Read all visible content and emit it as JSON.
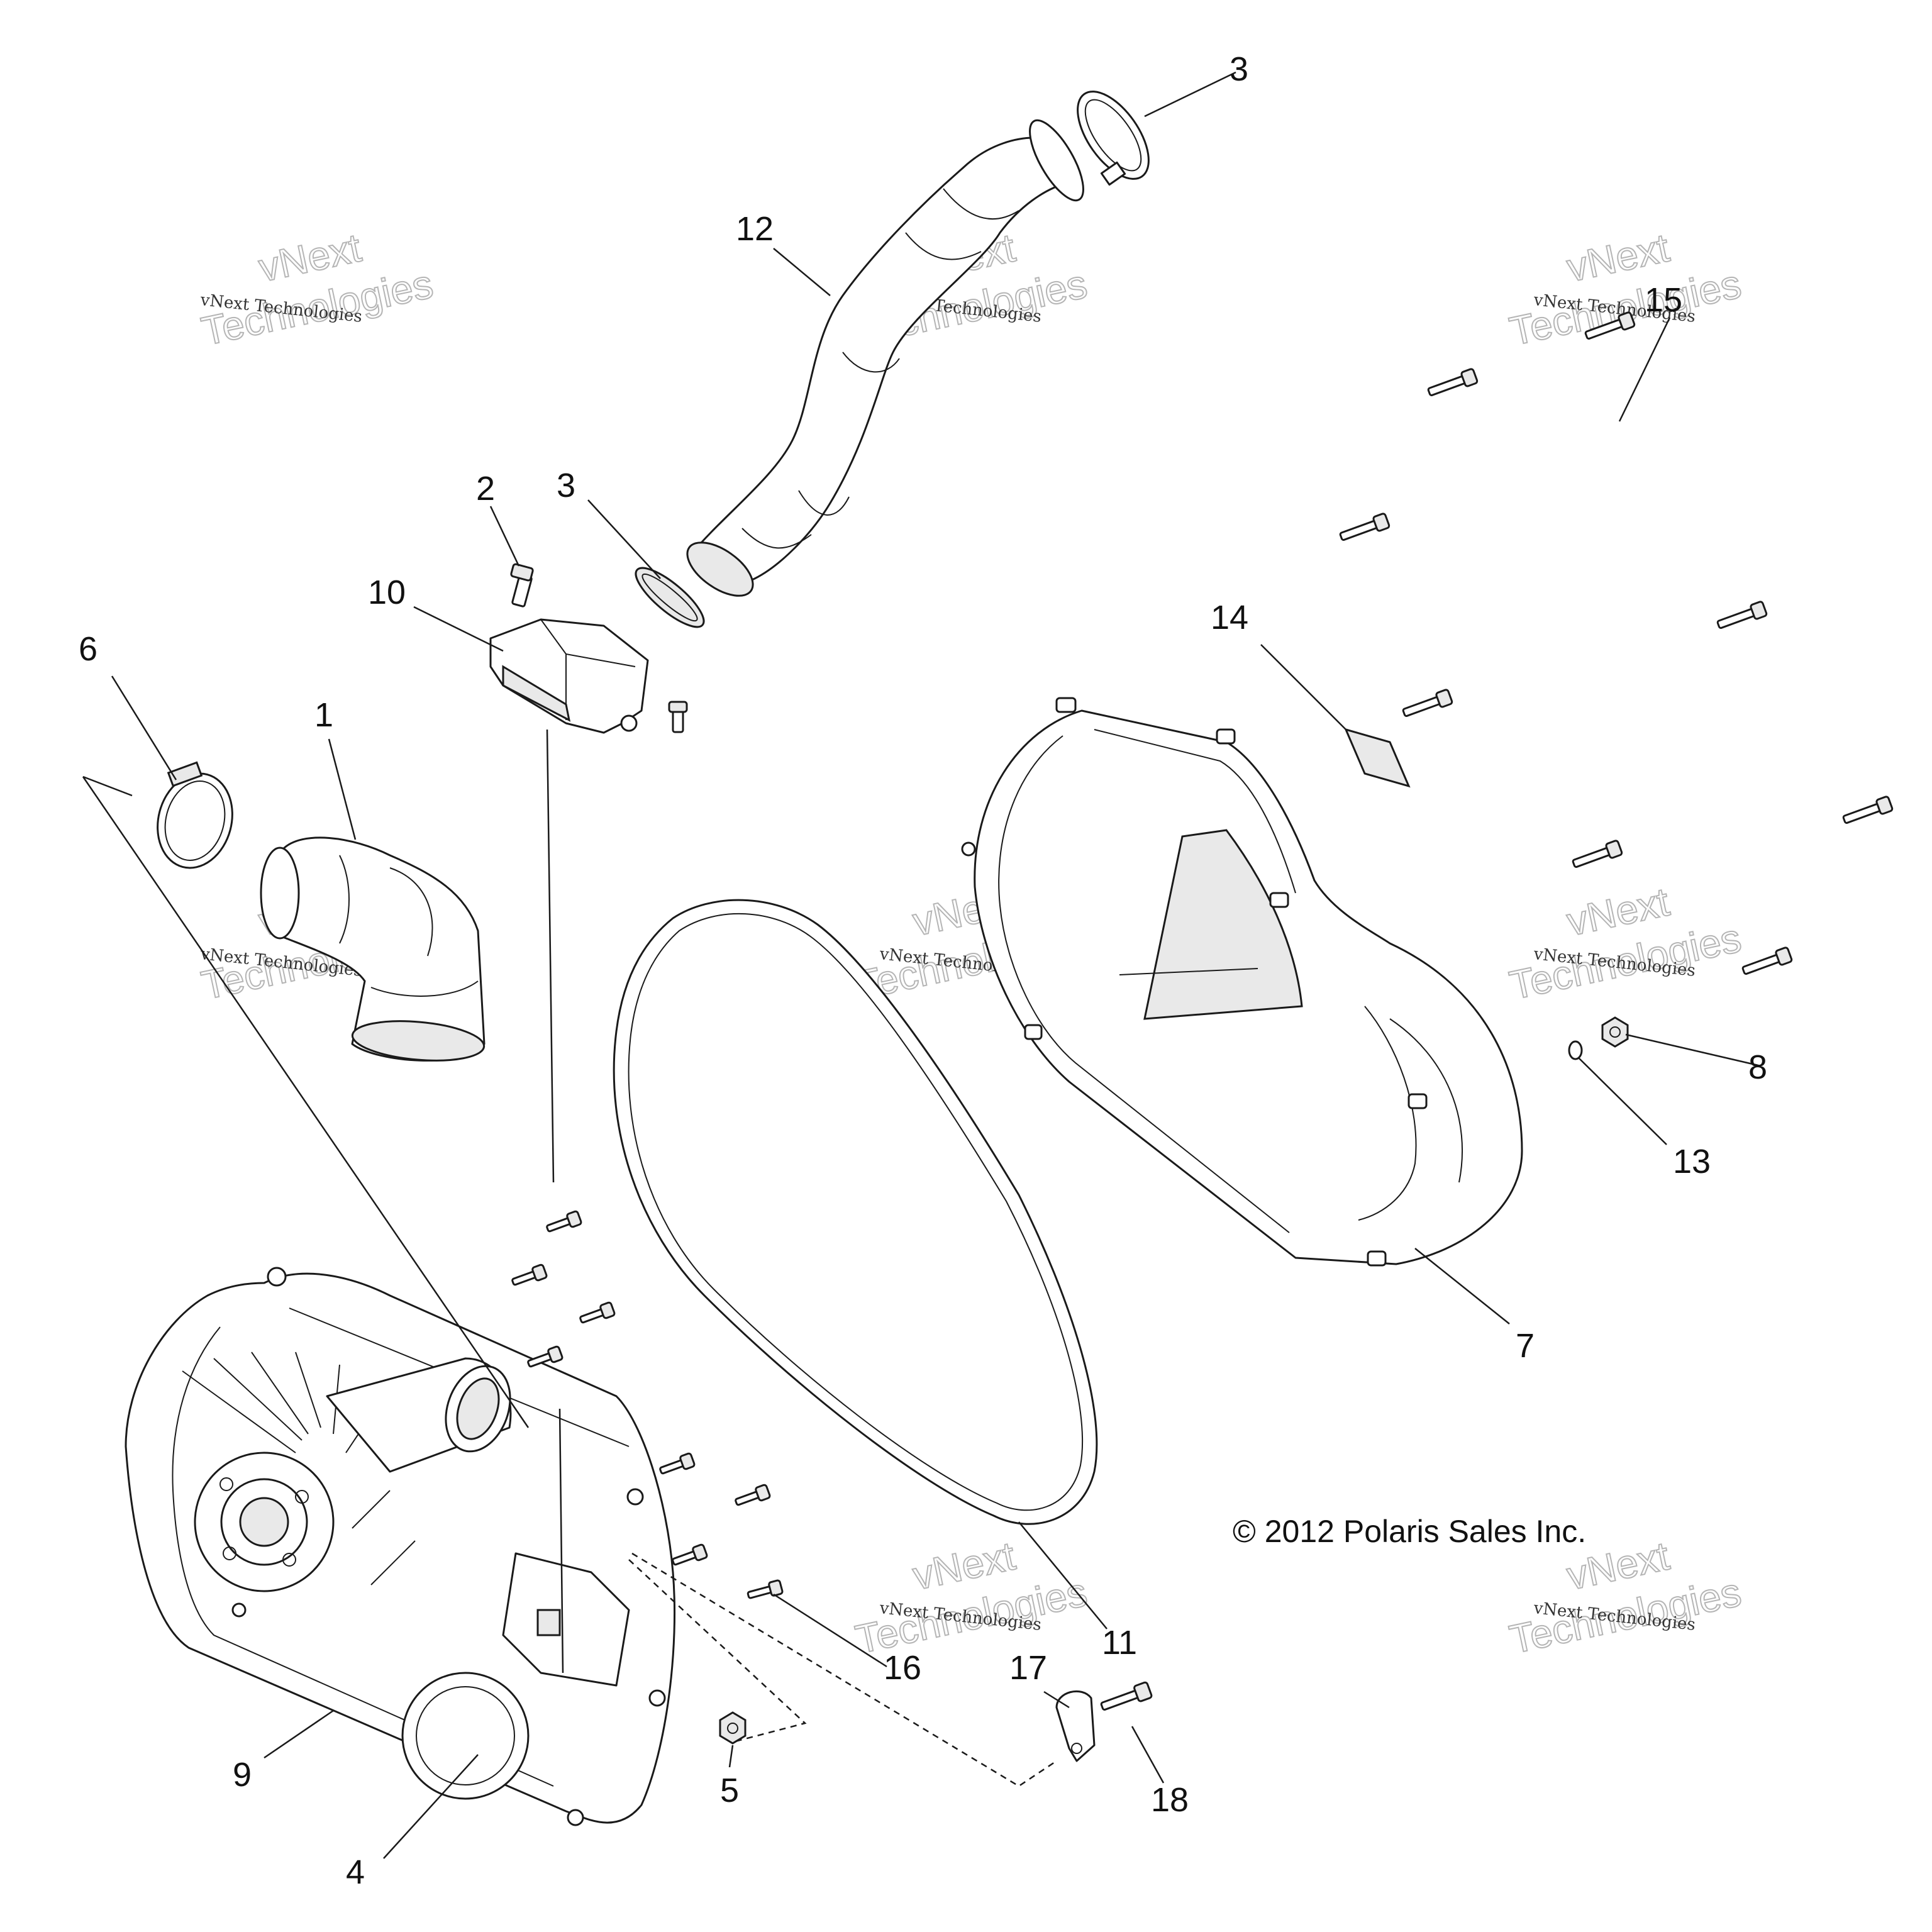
{
  "copyright": "© 2012 Polaris Sales Inc.",
  "watermark": {
    "line_small": "vNext Technologies",
    "word_top": "vNext",
    "word_bottom": "Technologies"
  },
  "callouts": {
    "c1": "1",
    "c2": "2",
    "c3a": "3",
    "c3b": "3",
    "c4": "4",
    "c5": "5",
    "c6": "6",
    "c7": "7",
    "c8": "8",
    "c9": "9",
    "c10": "10",
    "c11": "11",
    "c12": "12",
    "c13": "13",
    "c14": "14",
    "c15": "15",
    "c16": "16",
    "c17": "17",
    "c18": "18"
  }
}
